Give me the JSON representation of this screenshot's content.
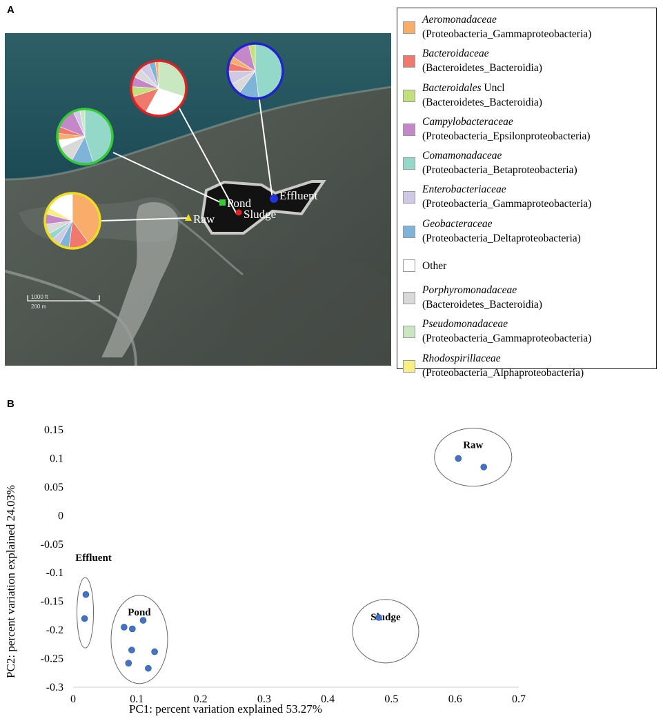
{
  "panels": {
    "a": "A",
    "b": "B"
  },
  "map": {
    "site_labels": {
      "pond": "Pond",
      "effluent": "Effluent",
      "raw": "Raw",
      "sludge": "Sludge"
    },
    "scale_bar": {
      "feet": "1000 ft",
      "meters": "200 m"
    },
    "pies": [
      {
        "site": "Pond",
        "border": "#33cc33",
        "slices": [
          {
            "family": "Comamonadaceae",
            "value": 45
          },
          {
            "family": "Geobacteraceae",
            "value": 13
          },
          {
            "family": "Porphyromonadaceae",
            "value": 10
          },
          {
            "family": "Other",
            "value": 5
          },
          {
            "family": "Aeromonadaceae",
            "value": 4
          },
          {
            "family": "Bacteroidaceae",
            "value": 4
          },
          {
            "family": "Campylobacteraceae",
            "value": 12
          },
          {
            "family": "Enterobacteriaceae",
            "value": 4
          },
          {
            "family": "Pseudomonadaceae",
            "value": 3
          }
        ]
      },
      {
        "site": "Sludge",
        "border": "#dd2222",
        "slices": [
          {
            "family": "Pseudomonadaceae",
            "value": 30
          },
          {
            "family": "Other",
            "value": 28
          },
          {
            "family": "Bacteroidaceae",
            "value": 12
          },
          {
            "family": "Bacteroidales Uncl",
            "value": 6
          },
          {
            "family": "Campylobacteraceae",
            "value": 6
          },
          {
            "family": "Porphyromonadaceae",
            "value": 6
          },
          {
            "family": "Enterobacteriaceae",
            "value": 6
          },
          {
            "family": "Geobacteraceae",
            "value": 4
          },
          {
            "family": "Aeromonadaceae",
            "value": 2
          }
        ]
      },
      {
        "site": "Effluent",
        "border": "#2222cc",
        "slices": [
          {
            "family": "Comamonadaceae",
            "value": 48
          },
          {
            "family": "Geobacteraceae",
            "value": 12
          },
          {
            "family": "Porphyromonadaceae",
            "value": 7
          },
          {
            "family": "Enterobacteriaceae",
            "value": 8
          },
          {
            "family": "Bacteroidaceae",
            "value": 5
          },
          {
            "family": "Aeromonadaceae",
            "value": 4
          },
          {
            "family": "Campylobacteraceae",
            "value": 12
          },
          {
            "family": "Bacteroidales Uncl",
            "value": 4
          }
        ]
      },
      {
        "site": "Raw",
        "border": "#eedd22",
        "slices": [
          {
            "family": "Aeromonadaceae",
            "value": 40
          },
          {
            "family": "Bacteroidaceae",
            "value": 12
          },
          {
            "family": "Geobacteraceae",
            "value": 6
          },
          {
            "family": "Enterobacteriaceae",
            "value": 5
          },
          {
            "family": "Comamonadaceae",
            "value": 4
          },
          {
            "family": "Porphyromonadaceae",
            "value": 6
          },
          {
            "family": "Campylobacteraceae",
            "value": 6
          },
          {
            "family": "Rhodospirillaceae",
            "value": 4
          },
          {
            "family": "Other",
            "value": 17
          }
        ]
      }
    ]
  },
  "legend": [
    {
      "family": "Aeromonadaceae",
      "suffix": "",
      "taxon": "(Proteobacteria_Gammaproteobacteria)",
      "color": "#f8ae6a"
    },
    {
      "family": "Bacteroidaceae",
      "suffix": "",
      "taxon": "(Bacteroidetes_Bacteroidia)",
      "color": "#f0796e"
    },
    {
      "family": "Bacteroidales",
      "suffix": " Uncl",
      "taxon": "(Bacteroidetes_Bacteroidia)",
      "color": "#c3e07c"
    },
    {
      "family": "Campylobacteraceae",
      "suffix": "",
      "taxon": "(Proteobacteria_Epsilonproteobacteria)",
      "color": "#c488c8"
    },
    {
      "family": "Comamonadaceae",
      "suffix": "",
      "taxon": "(Proteobacteria_Betaproteobacteria)",
      "color": "#93d8c8"
    },
    {
      "family": "Enterobacteriaceae",
      "suffix": "",
      "taxon": "(Proteobacteria_Gammaproteobacteria)",
      "color": "#cfc9e6"
    },
    {
      "family": "Geobacteraceae",
      "suffix": "",
      "taxon": "(Proteobacteria_Deltaproteobacteria)",
      "color": "#7fb3d8"
    },
    {
      "family": "",
      "suffix": "",
      "taxon": "",
      "plain": "Other",
      "color": "#ffffff"
    },
    {
      "family": "Porphyromonadaceae",
      "suffix": "",
      "taxon": "(Bacteroidetes_Bacteroidia)",
      "color": "#d9d9d9"
    },
    {
      "family": "Pseudomonadaceae",
      "suffix": "",
      "taxon": "(Proteobacteria_Gammaproteobacteria)",
      "color": "#c9e8c2"
    },
    {
      "family": "Rhodospirillaceae",
      "suffix": "",
      "taxon": "(Proteobacteria_Alphaproteobacteria)",
      "color": "#f7ee84"
    }
  ],
  "chart_data": {
    "type": "scatter",
    "xlabel": "PC1: percent variation explained 53.27%",
    "ylabel": "PC2: percent variation explained 24.03%",
    "xlim": [
      0,
      0.7
    ],
    "ylim": [
      -0.3,
      0.15
    ],
    "xticks": [
      "0",
      "0.1",
      "0.2",
      "0.3",
      "0.4",
      "0.5",
      "0.6",
      "0.7"
    ],
    "yticks": [
      "0.15",
      "0.1",
      "0.05",
      "0",
      "-0.05",
      "-0.1",
      "-0.15",
      "-0.2",
      "-0.25",
      "-0.3"
    ],
    "marker_color": "#4472c4",
    "groups": [
      {
        "label": "Raw",
        "points": [
          [
            0.605,
            0.1
          ],
          [
            0.645,
            0.085
          ]
        ]
      },
      {
        "label": "Effluent",
        "points": [
          [
            0.02,
            -0.138
          ],
          [
            0.018,
            -0.18
          ]
        ]
      },
      {
        "label": "Pond",
        "points": [
          [
            0.08,
            -0.195
          ],
          [
            0.093,
            -0.198
          ],
          [
            0.11,
            -0.183
          ],
          [
            0.092,
            -0.235
          ],
          [
            0.128,
            -0.238
          ],
          [
            0.087,
            -0.258
          ],
          [
            0.118,
            -0.267
          ]
        ]
      },
      {
        "label": "Sludge",
        "points": [
          [
            0.48,
            -0.178
          ]
        ]
      }
    ]
  }
}
